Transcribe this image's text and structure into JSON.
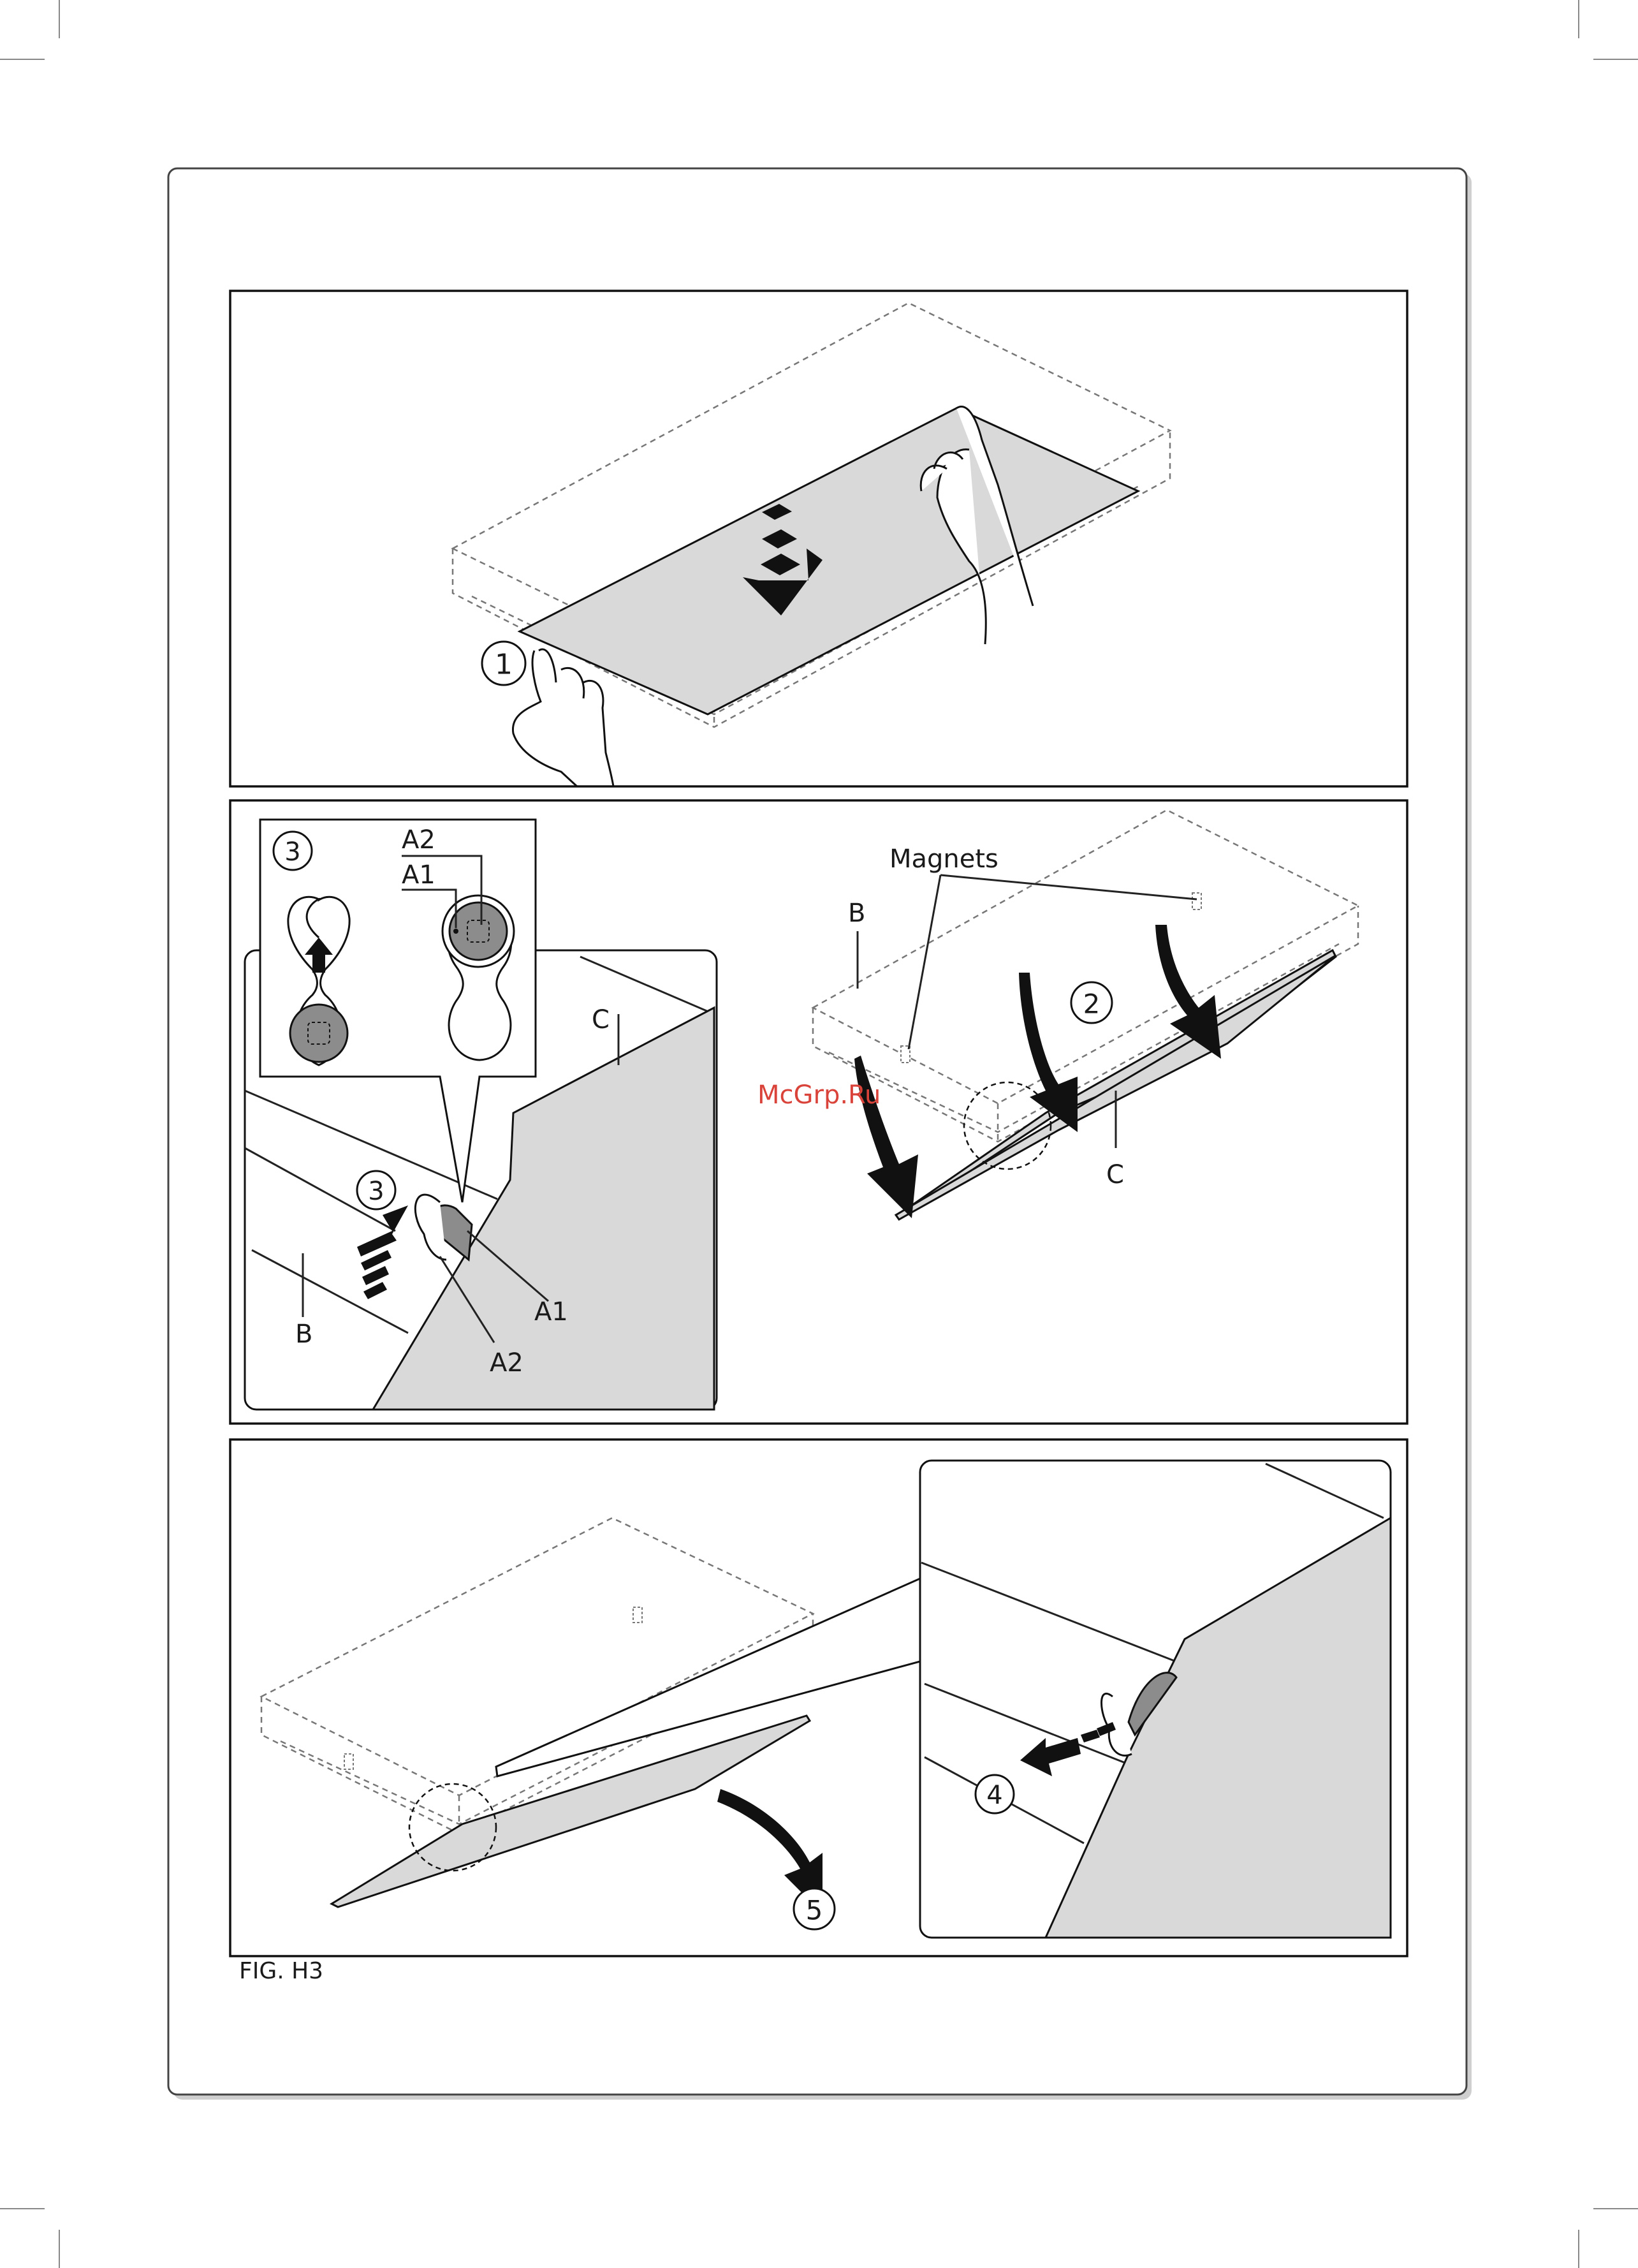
{
  "figure_label": "FIG. H3",
  "watermark": "McGrp.Ru",
  "step_markers": {
    "s1": "1",
    "s2": "2",
    "s3_inset": "3",
    "s3_detail": "3",
    "s4": "4",
    "s5": "5"
  },
  "labels": {
    "magnets": "Magnets",
    "b_main": "B",
    "c_main": "C",
    "b_detail": "B",
    "c_detail": "C",
    "a1_detail": "A1",
    "a2_detail": "A2",
    "a1_inset": "A1",
    "a2_inset": "A2"
  },
  "colors": {
    "panel_fill": "#d9d9d9",
    "knob_fill": "#8c8c8c",
    "watermark": "#d9433a",
    "line": "#111111"
  }
}
